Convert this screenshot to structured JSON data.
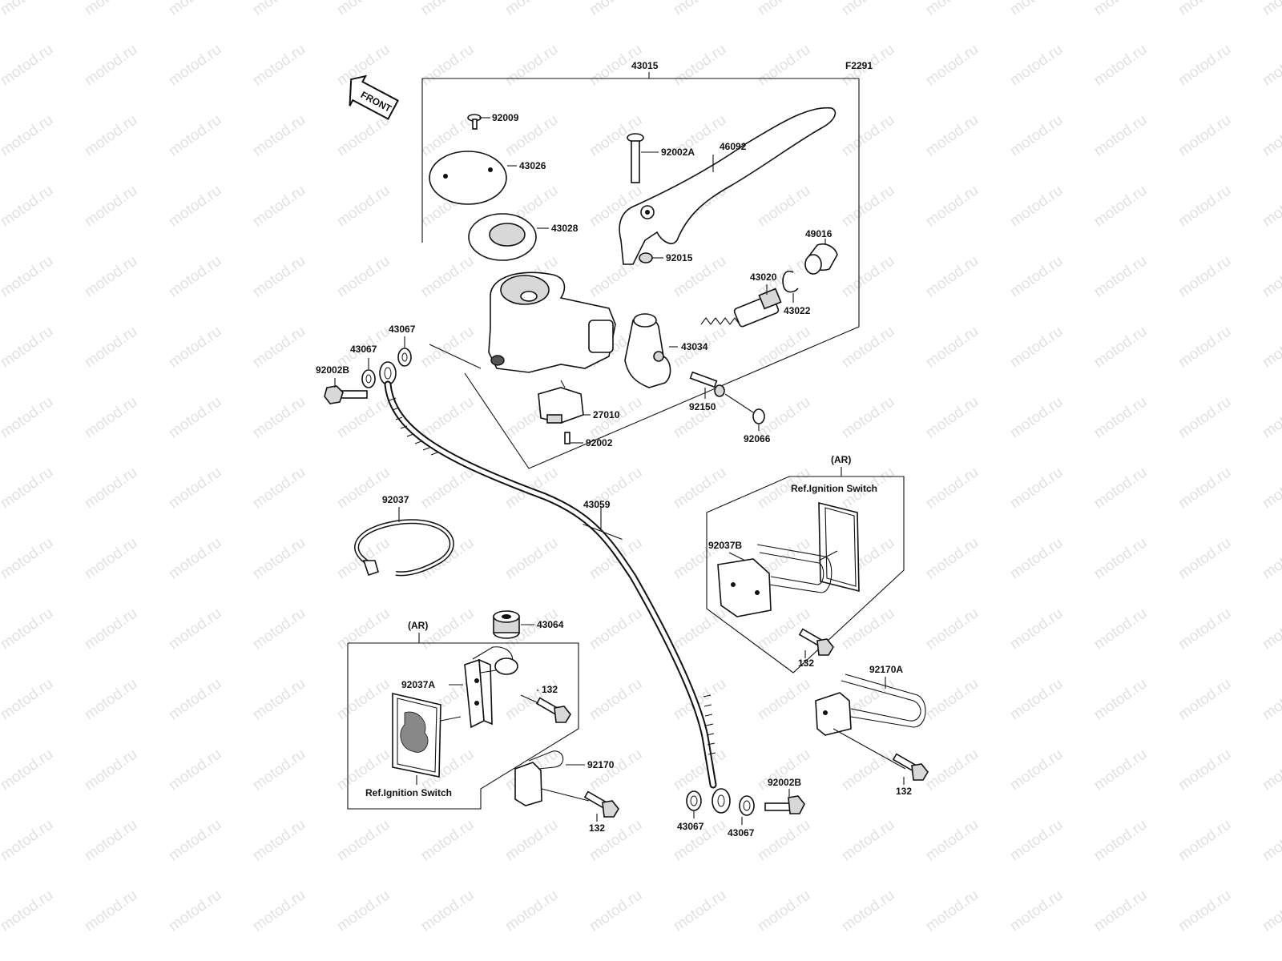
{
  "watermark": "motod.ru",
  "diagram_code": "F2291",
  "front_label": "FRONT",
  "labels": {
    "p43015": "43015",
    "p92009": "92009",
    "p43026": "43026",
    "p43028": "43028",
    "p92002A": "92002A",
    "p46092": "46092",
    "p92015": "92015",
    "p49016": "49016",
    "p43020": "43020",
    "p43022": "43022",
    "p43067a": "43067",
    "p43067b": "43067",
    "p92002B_top": "92002B",
    "p43034": "43034",
    "p92150": "92150",
    "p27010": "27010",
    "p92002": "92002",
    "p92066": "92066",
    "p92037": "92037",
    "p43059": "43059",
    "ar_right": "(AR)",
    "ign_right": "Ref.Ignition Switch",
    "p92037B": "92037B",
    "p132_right": "132",
    "p92170A": "92170A",
    "p132_far_right": "132",
    "ar_left": "(AR)",
    "p43064": "43064",
    "p92037A": "92037A",
    "p132_left": "132",
    "ign_left": "Ref.Ignition Switch",
    "p92170": "92170",
    "p132_bottom": "132",
    "p43067c": "43067",
    "p43067d": "43067",
    "p92002B_bottom": "92002B"
  }
}
